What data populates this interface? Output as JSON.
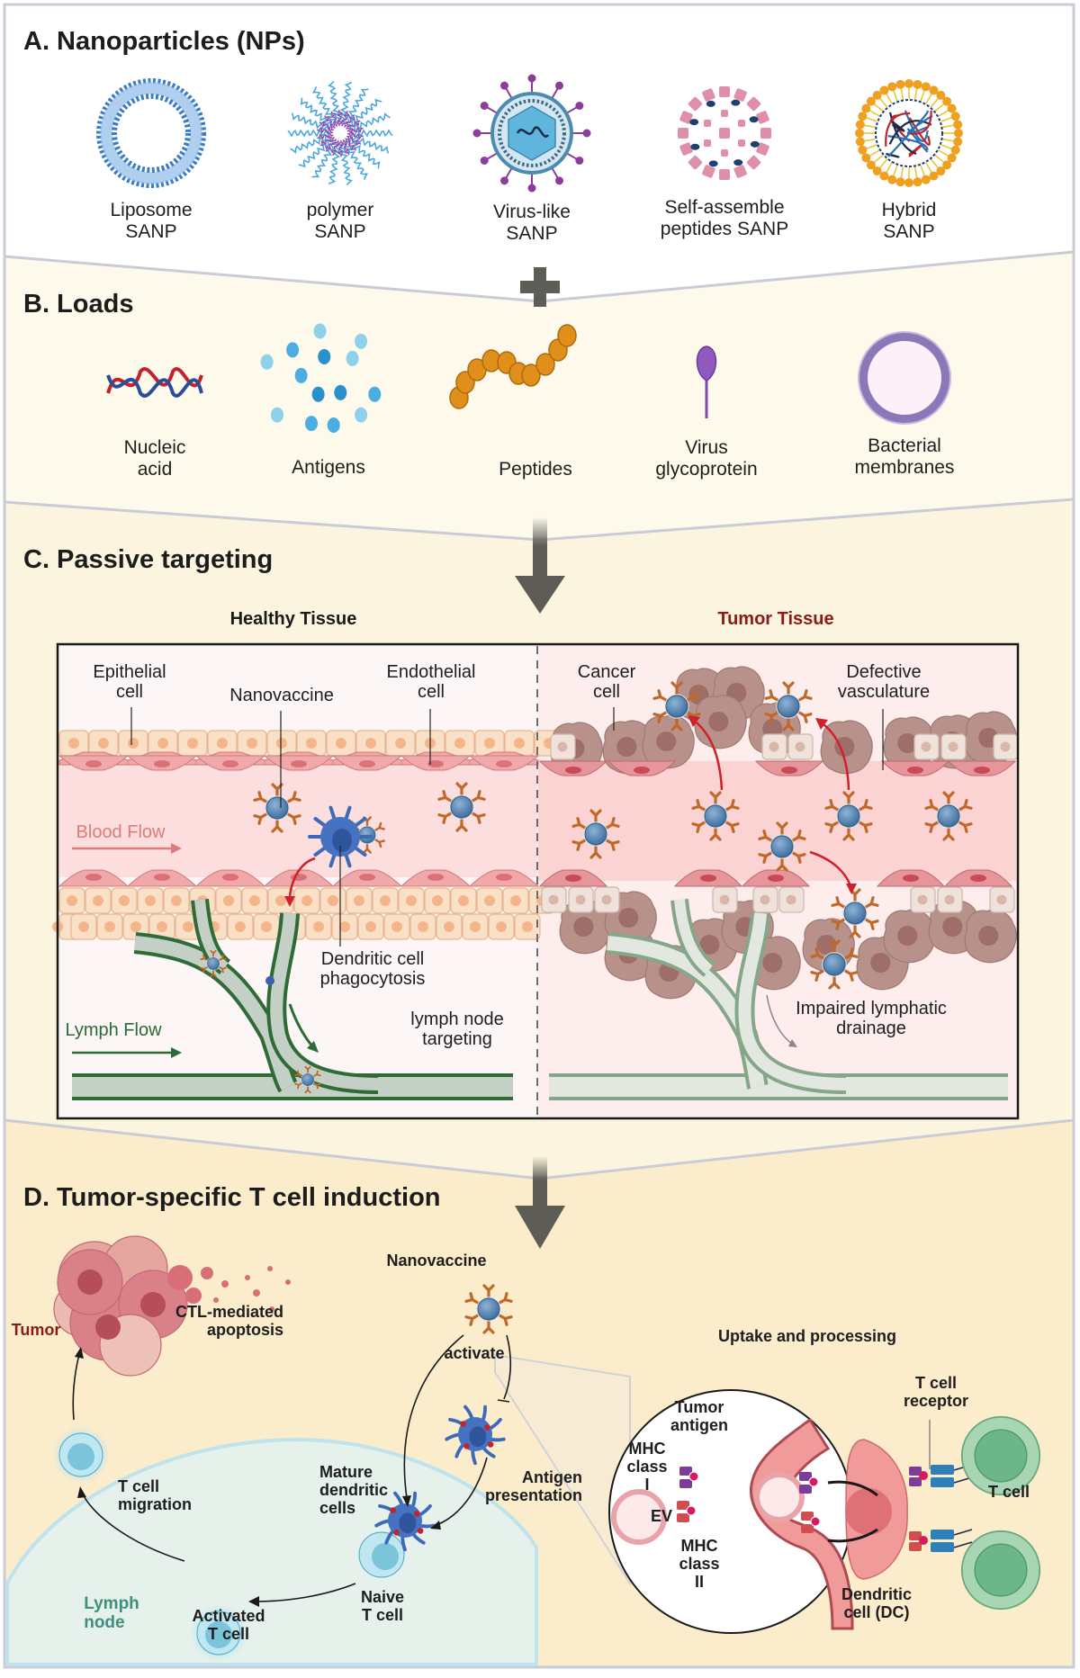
{
  "colors": {
    "section_a_bg": "#ffffff",
    "section_b_bg": "#fdfaec",
    "section_c_bg": "#fbf4de",
    "section_d_bg": "#fbeccb",
    "divider": "#c9ccd6",
    "arrow": "#5e5c57",
    "tumor_red": "#8b1a1a",
    "blood_flow": "#e07b7b",
    "lymph_green": "#2b6b35",
    "lymph_node_teal": "#3f8f7f"
  },
  "section_a": {
    "title": "A. Nanoparticles (NPs)",
    "items": [
      {
        "icon": "liposome-icon",
        "line1": "Liposome",
        "line2": "SANP"
      },
      {
        "icon": "polymer-icon",
        "line1": "polymer",
        "line2": "SANP"
      },
      {
        "icon": "virus-like-particle-icon",
        "line1": "Virus-like",
        "line2": "SANP"
      },
      {
        "icon": "self-assembled-peptide-icon",
        "line1": "Self-assemble",
        "line2": "peptides SANP"
      },
      {
        "icon": "hybrid-nanoparticle-icon",
        "line1": "Hybrid",
        "line2": "SANP"
      }
    ]
  },
  "connector_plus": "plus-icon",
  "section_b": {
    "title": "B. Loads",
    "items": [
      {
        "icon": "nucleic-acid-icon",
        "line1": "Nucleic",
        "line2": "acid"
      },
      {
        "icon": "antigens-icon",
        "line1": "Antigens",
        "line2": ""
      },
      {
        "icon": "peptides-icon",
        "line1": "Peptides",
        "line2": ""
      },
      {
        "icon": "virus-glycoprotein-icon",
        "line1": "Virus",
        "line2": "glycoprotein"
      },
      {
        "icon": "bacterial-membrane-icon",
        "line1": "Bacterial",
        "line2": "membranes"
      }
    ]
  },
  "section_c": {
    "title": "C. Passive targeting",
    "healthy_label": "Healthy Tissue",
    "tumor_label": "Tumor Tissue",
    "healthy": {
      "epithelial": "Epithelial\ncell",
      "nanovaccine": "Nanovaccine",
      "endothelial": "Endothelial\ncell",
      "blood_flow": "Blood Flow",
      "dc_phagocytosis": "Dendritic cell\nphagocytosis",
      "lymph_flow": "Lymph Flow",
      "lymph_node_targeting": "lymph node\ntargeting"
    },
    "tumor": {
      "cancer_cell": "Cancer\ncell",
      "defective_vasculature": "Defective\nvasculature",
      "impaired_drainage": "Impaired lymphatic\ndrainage"
    }
  },
  "section_d": {
    "title": "D. Tumor-specific T cell induction",
    "tumor": "Tumor",
    "ctl_apoptosis": "CTL-mediated\napoptosis",
    "nanovaccine": "Nanovaccine",
    "activate": "activate",
    "antigen_presentation": "Antigen\npresentation",
    "mature_dc": "Mature\ndendritic\ncells",
    "naive_t": "Naive\nT cell",
    "activated_t": "Activated\nT cell",
    "t_migration": "T cell\nmigration",
    "lymph_node": "Lymph\nnode",
    "uptake": "Uptake and processing",
    "tumor_antigen": "Tumor\nantigen",
    "mhc1": "MHC\nclass\nI",
    "ev": "EV",
    "mhc2": "MHC\nclass\nII",
    "tcr": "T cell\nreceptor",
    "t_cell": "T cell",
    "dc": "Dendritic\ncell (DC)"
  }
}
